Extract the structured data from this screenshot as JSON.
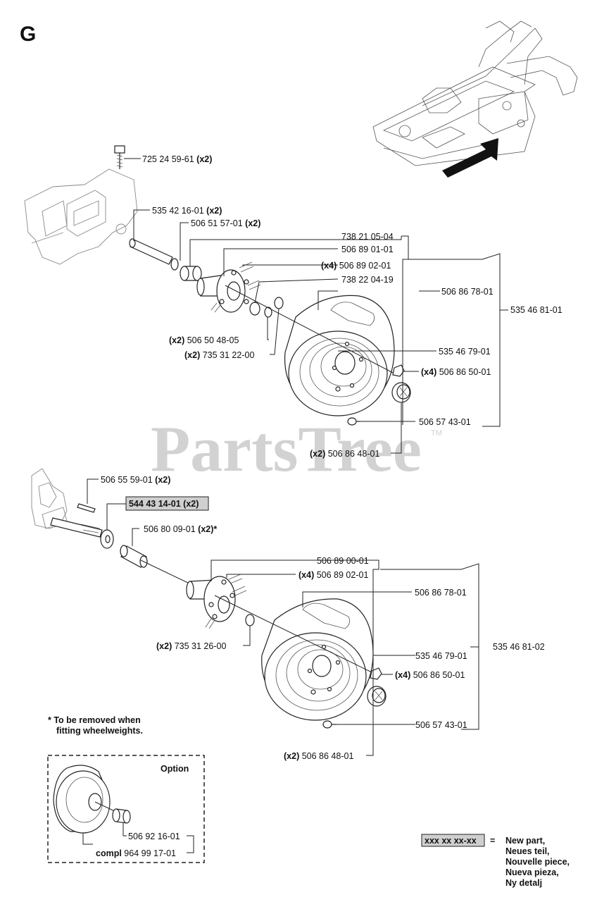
{
  "section_letter": "G",
  "watermark": {
    "text": "PartsTree",
    "tm": "TM"
  },
  "upper_assembly": {
    "labels": [
      {
        "id": "bolt",
        "part": "725 24 59-61",
        "qty": "(x2)"
      },
      {
        "id": "axle",
        "part": "535 42 16-01",
        "qty": "(x2)"
      },
      {
        "id": "bearing",
        "part": "506 51 57-01",
        "qty": "(x2)"
      },
      {
        "id": "hub-kit",
        "part": "738 21 05-04"
      },
      {
        "id": "hub",
        "part": "506 89 01-01"
      },
      {
        "id": "stud",
        "part": "506 89 02-01",
        "qty_before": "(x4)"
      },
      {
        "id": "washer",
        "part": "738 22 04-19"
      },
      {
        "id": "tire",
        "part": "506 86 78-01"
      },
      {
        "id": "spacer",
        "part": "506 50 48-05",
        "qty_before": "(x2)"
      },
      {
        "id": "clip",
        "part": "735 31 22-00",
        "qty_before": "(x2)"
      },
      {
        "id": "rim",
        "part": "535 46 79-01"
      },
      {
        "id": "wheel-assembly",
        "part": "535 46 81-01"
      },
      {
        "id": "nut",
        "part": "506 86 50-01",
        "qty_before": "(x4)"
      },
      {
        "id": "valve",
        "part": "506 57 43-01"
      },
      {
        "id": "cap",
        "part": "506 86 48-01",
        "qty_before": "(x2)"
      }
    ]
  },
  "lower_assembly": {
    "labels": [
      {
        "id": "key",
        "part": "506 55 59-01",
        "qty": "(x2)"
      },
      {
        "id": "new-washer",
        "part": "544 43 14-01",
        "qty": "(x2)",
        "new_part": true
      },
      {
        "id": "sleeve",
        "part": "506 80 09-01",
        "qty": "(x2)*"
      },
      {
        "id": "hub",
        "part": "506 89 00-01"
      },
      {
        "id": "stud",
        "part": "506 89 02-01",
        "qty_before": "(x4)"
      },
      {
        "id": "tire",
        "part": "506 86 78-01"
      },
      {
        "id": "clip",
        "part": "735 31 26-00",
        "qty_before": "(x2)"
      },
      {
        "id": "rim",
        "part": "535 46 79-01"
      },
      {
        "id": "wheel-assembly",
        "part": "535 46 81-02"
      },
      {
        "id": "nut",
        "part": "506 86 50-01",
        "qty_before": "(x4)"
      },
      {
        "id": "valve",
        "part": "506 57 43-01"
      },
      {
        "id": "cap",
        "part": "506 86 48-01",
        "qty_before": "(x2)"
      }
    ]
  },
  "footnote": [
    "* To be removed when",
    "fitting wheelweights."
  ],
  "option_box": {
    "title": "Option",
    "part_1": "506 92 16-01",
    "compl_prefix": "compl",
    "part_2": "964 99 17-01"
  },
  "legend": {
    "key": "xxx xx xx-xx",
    "equals": "=",
    "lines": [
      "New part,",
      "Neues teil,",
      "Nouvelle piece,",
      "Nueva pieza,",
      "Ny detalj"
    ]
  },
  "colors": {
    "new_part_fill": "#cfcfcf",
    "watermark": "#d2d2d2",
    "ink": "#111111"
  }
}
